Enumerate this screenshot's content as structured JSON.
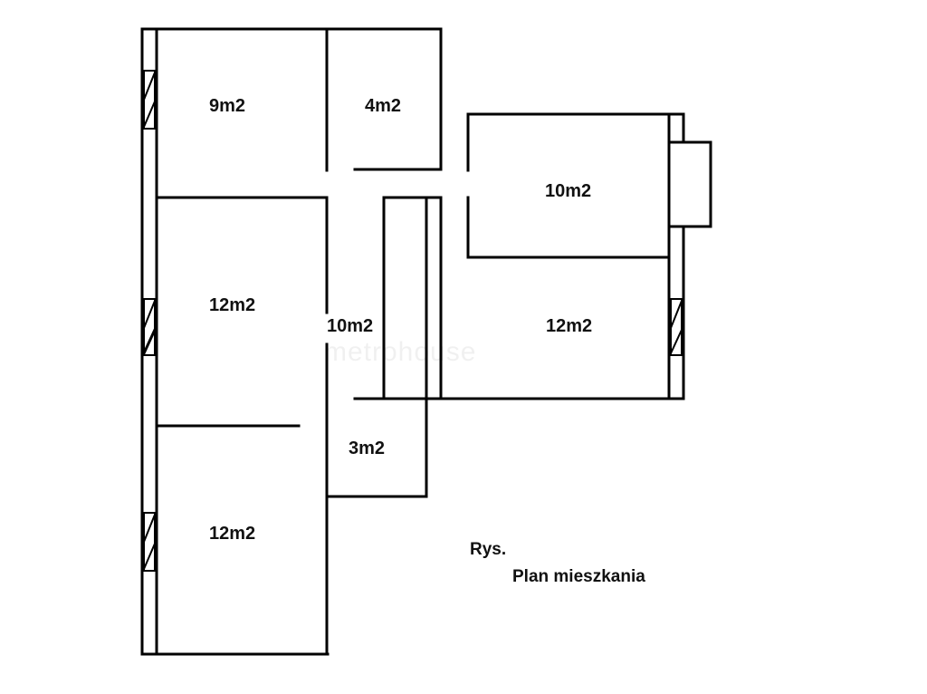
{
  "rooms": [
    {
      "area": "9m2"
    },
    {
      "area": "4m2"
    },
    {
      "area": "10m2"
    },
    {
      "area": "12m2"
    },
    {
      "area": "10m2"
    },
    {
      "area": "12m2"
    },
    {
      "area": "3m2"
    },
    {
      "area": "12m2"
    }
  ],
  "caption": {
    "line1": "Rys.",
    "line2": "Plan mieszkania"
  },
  "watermark": {
    "brand": "metrohouse"
  },
  "colors": {
    "walls": "#000000",
    "background": "#ffffff"
  }
}
